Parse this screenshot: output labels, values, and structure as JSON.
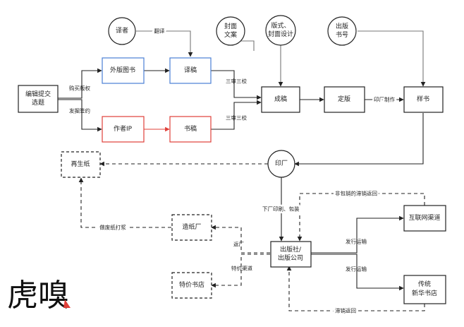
{
  "nodes": {
    "translator": "译者",
    "cover_copy": [
      "封面",
      "文案"
    ],
    "layout_design": [
      "版式、",
      "封面设计"
    ],
    "isbn": [
      "出版",
      "书号"
    ],
    "editor_topic": [
      "编辑提交",
      "选题"
    ],
    "foreign_book": "外版图书",
    "translation": "译稿",
    "author_ip": "作者IP",
    "manuscript": "书稿",
    "draft": "成稿",
    "final": "定版",
    "sample": "样书",
    "recycled_paper": "再生纸",
    "printer": "印厂",
    "paper_mill": "造纸厂",
    "discount_store": "特价书店",
    "publisher": [
      "出版社/",
      "出版公司"
    ],
    "internet": "互联网渠道",
    "xinhua": [
      "传统",
      "新华书店"
    ]
  },
  "edges": {
    "translate": "翻译",
    "buy_rights": "购买版权",
    "sign_contract": "发掘签约",
    "proof_top": "三审三校",
    "proof_bottom": "三审三校",
    "printing": "印厂制作",
    "ship_pack": "下厂印刷、包装",
    "nonpack_return": "非包销的滞销返回",
    "distribute_top": "发行运输",
    "distribute_bottom": "发行运输",
    "unsold_return": "滞销返回",
    "back_mill": "返厂",
    "discount_channel": "特价渠道",
    "pulping": "做废纸打浆"
  },
  "logo": {
    "text": "虎嗅"
  },
  "colors": {
    "blue": "#4a7fd4",
    "red": "#e0403a",
    "line": "#222222"
  }
}
